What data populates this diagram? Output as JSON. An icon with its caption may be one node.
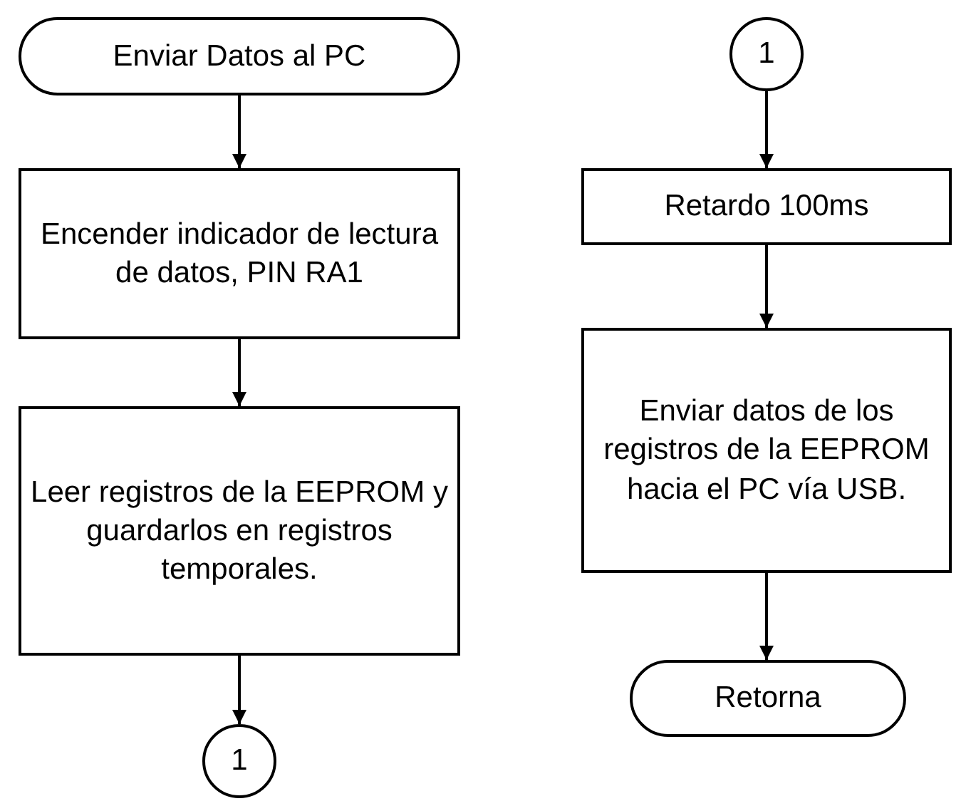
{
  "diagram": {
    "nodes": [
      {
        "text": [
          "Enviar Datos al PC"
        ]
      },
      {
        "text": [
          "Encender indicador de lectura de datos, PIN RA1"
        ]
      },
      {
        "text": [
          "Leer registros de la EEPROM y guardarlos en registros temporales."
        ]
      },
      {
        "text": [
          "1"
        ]
      },
      {
        "text": [
          "1"
        ]
      },
      {
        "text": [
          "Retardo 100ms"
        ]
      },
      {
        "text": [
          "Enviar datos de los registros de la EEPROM hacia el PC vía USB."
        ]
      },
      {
        "text": [
          "Retorna"
        ]
      }
    ],
    "edges": [
      {
        "from": 0,
        "to": 1,
        "arrow": "to"
      },
      {
        "from": 1,
        "to": 2,
        "arrow": "to"
      },
      {
        "from": 2,
        "to": 3,
        "arrow": "to"
      },
      {
        "from": 4,
        "to": 5,
        "arrow": "to"
      },
      {
        "from": 5,
        "to": 6,
        "arrow": "to"
      },
      {
        "from": 6,
        "to": 7,
        "arrow": "to"
      }
    ]
  }
}
